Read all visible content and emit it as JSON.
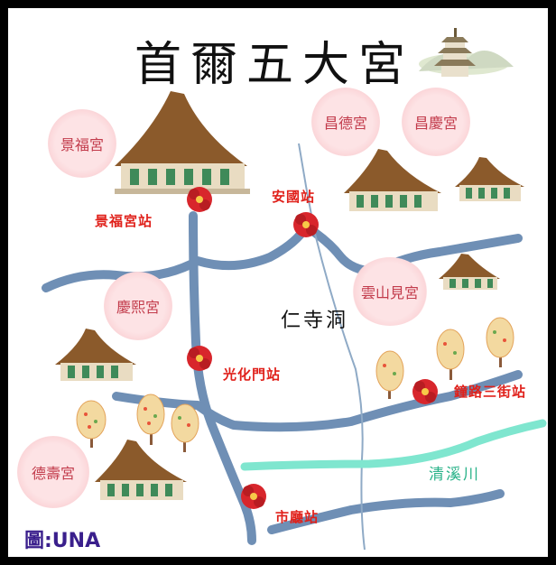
{
  "title": "首爾五大宮",
  "palaces": {
    "gyeongbok": "景福宮",
    "changdeok": "昌德宮",
    "changgyeong": "昌慶宮",
    "gyeonghui": "慶熙宮",
    "deoksu": "德壽宮",
    "unhyeon": "雲山見宮"
  },
  "stations": {
    "gyeongbokgung": "景福宮站",
    "anguk": "安國站",
    "gwanghwamun": "光化門站",
    "jongno3ga": "鐘路三街站",
    "cityhall": "市廳站"
  },
  "district": "仁寺洞",
  "river": "清溪川",
  "credit": "圖:UNA",
  "colors": {
    "road": "#6f8fb5",
    "river": "#7fe6cf",
    "station_marker": "#d8262c",
    "station_text": "#e0211b",
    "palace_badge": "#fde3e5",
    "credit": "#3a1f8c"
  }
}
